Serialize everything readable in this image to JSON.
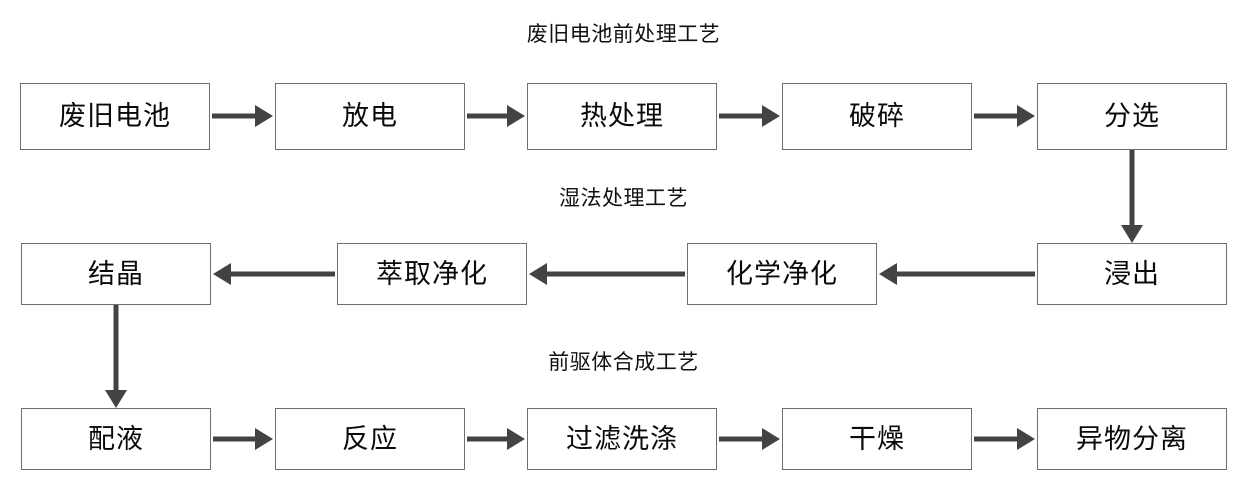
{
  "diagram": {
    "title_pretreatment": "废旧电池前处理工艺",
    "title_hydromet": "湿法处理工艺",
    "title_precursor": "前驱体合成工艺",
    "colors": {
      "box_border": "#6e6e6e",
      "arrow": "#434343",
      "text": "#0a0a0a",
      "background": "#ffffff"
    },
    "rows": [
      {
        "id": "pretreatment",
        "title": "废旧电池前处理工艺",
        "direction": "left-to-right",
        "nodes": [
          {
            "id": "waste-battery",
            "label": "废旧电池"
          },
          {
            "id": "discharge",
            "label": "放电"
          },
          {
            "id": "heat-treatment",
            "label": "热处理"
          },
          {
            "id": "crushing",
            "label": "破碎"
          },
          {
            "id": "sorting",
            "label": "分选"
          }
        ]
      },
      {
        "id": "hydrometallurgy",
        "title": "湿法处理工艺",
        "direction": "right-to-left",
        "nodes": [
          {
            "id": "crystallization",
            "label": "结晶"
          },
          {
            "id": "extraction-purification",
            "label": "萃取净化"
          },
          {
            "id": "chemical-purification",
            "label": "化学净化"
          },
          {
            "id": "leaching",
            "label": "浸出"
          }
        ]
      },
      {
        "id": "precursor-synthesis",
        "title": "前驱体合成工艺",
        "direction": "left-to-right",
        "nodes": [
          {
            "id": "solution-preparation",
            "label": "配液"
          },
          {
            "id": "reaction",
            "label": "反应"
          },
          {
            "id": "filtration-washing",
            "label": "过滤洗涤"
          },
          {
            "id": "drying",
            "label": "干燥"
          },
          {
            "id": "foreign-matter-separation",
            "label": "异物分离"
          }
        ]
      }
    ],
    "connectors": [
      {
        "id": "sorting-to-leaching",
        "from": "分选",
        "to": "浸出",
        "orientation": "vertical"
      },
      {
        "id": "crystallization-to-solution",
        "from": "结晶",
        "to": "配液",
        "orientation": "vertical"
      }
    ]
  }
}
